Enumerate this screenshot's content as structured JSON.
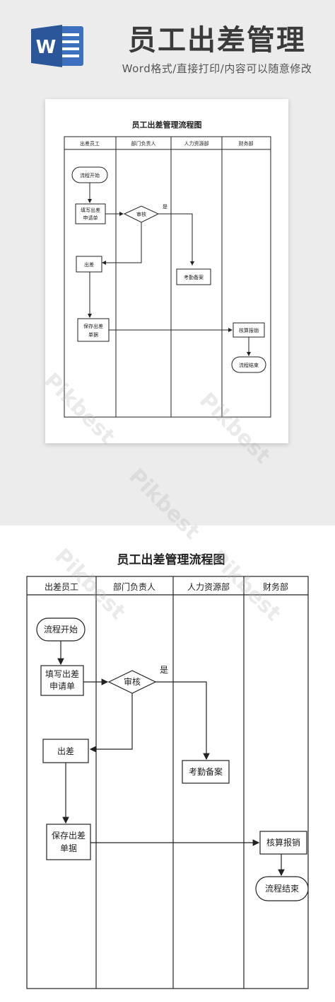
{
  "banner": {
    "logo_letter": "W",
    "title": "员工出差管理",
    "subtitle": "Word格式/直接打印/内容可以随意修改"
  },
  "flowchart": {
    "title": "员工出差管理流程图",
    "lanes": [
      "出差员工",
      "部门负责人",
      "人力资源部",
      "财务部"
    ],
    "nodes": {
      "start": "流程开始",
      "apply_line1": "填写出差",
      "apply_line2": "申请单",
      "review": "审核",
      "yes": "是",
      "trip": "出差",
      "attendance": "考勤备案",
      "save_line1": "保存出差",
      "save_line2": "单据",
      "reimburse": "核算报销",
      "end": "流程结束"
    }
  },
  "watermark": "Pikbest",
  "colors": {
    "banner_bg": "#ececec",
    "word_blue": "#2b579a",
    "line": "#222222"
  }
}
